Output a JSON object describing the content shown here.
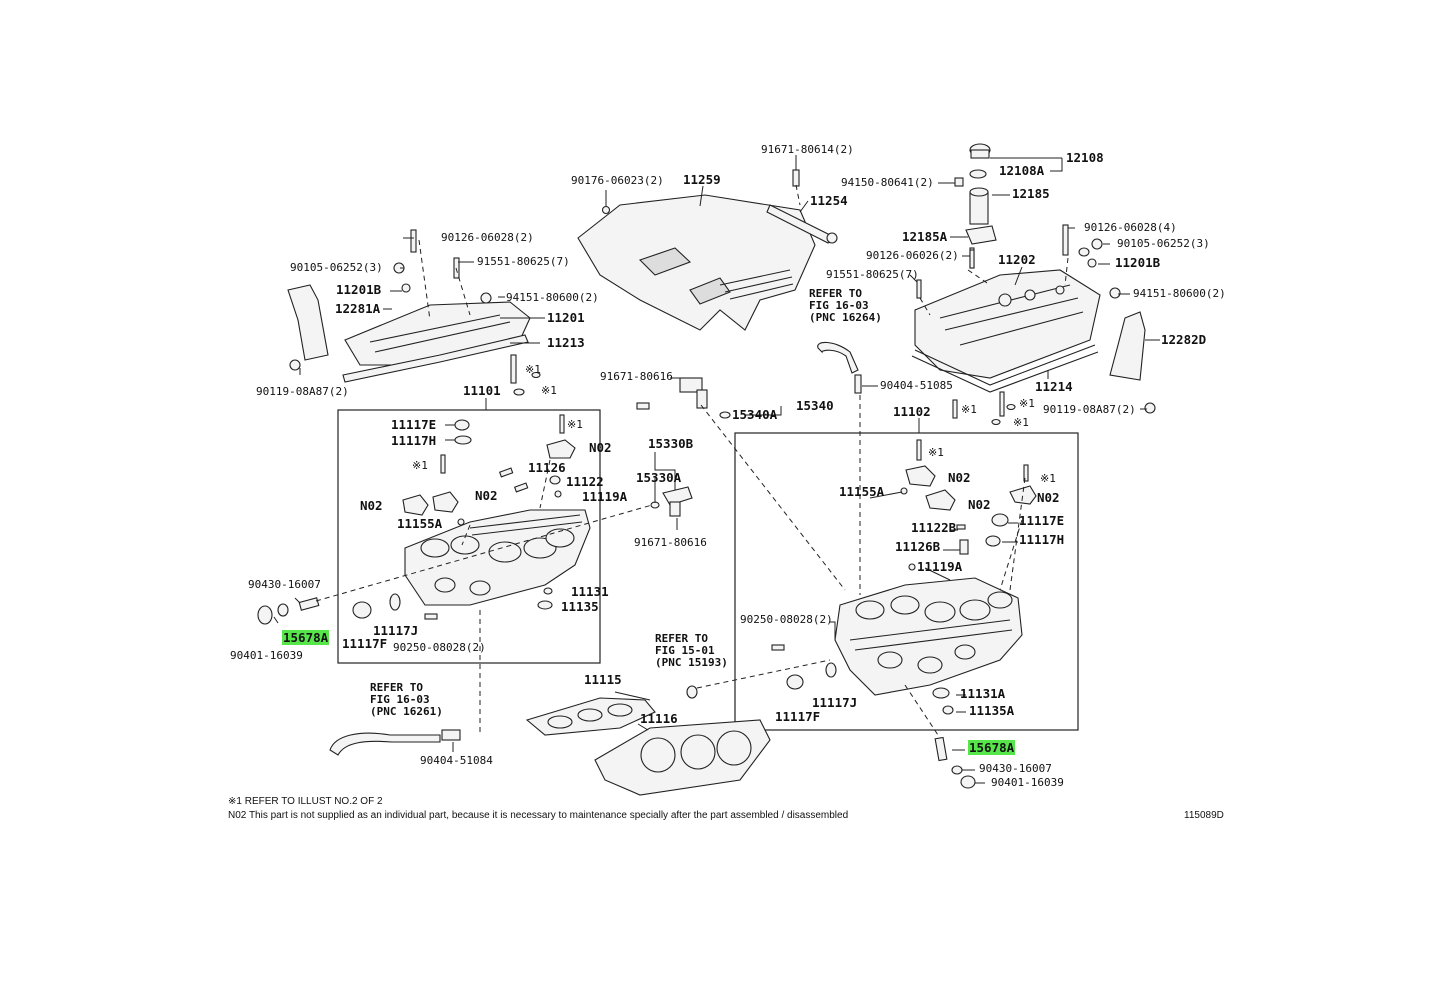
{
  "diagram_id": "115089D",
  "notes": {
    "line1": "※1 REFER TO ILLUST NO.2 OF 2",
    "line2": "N02 This part is not supplied as an individual part, because it is necessary to maintenance specially after the part assembled / disassembled"
  },
  "highlight_color": "#57e64a",
  "labels": {
    "l91671_80614": "91671-80614(2)",
    "l90176": "90176-06023(2)",
    "l11259": "11259",
    "l11254": "11254",
    "l12108": "12108",
    "l12108A": "12108A",
    "l94150": "94150-80641(2)",
    "l12185": "12185",
    "l12185A": "12185A",
    "l90126_r1": "90126-06026(2)",
    "l90126_r2": "90126-06028(4)",
    "l90105_r": "90105-06252(3)",
    "l11201B_r": "11201B",
    "l11202": "11202",
    "l91551_r": "91551-80625(7)",
    "l94151_r": "94151-80600(2)",
    "l12282D": "12282D",
    "l11214": "11214",
    "l90119_r": "90119-08A87(2)",
    "l90404_r": "90404-51085",
    "l_refer_16_03_top": "REFER TO",
    "l_refer_16_03_top2": "FIG 16-03",
    "l_refer_16_03_top3": "(PNC 16264)",
    "l90126_l": "90126-06028(2)",
    "l90105_l": "90105-06252(3)",
    "l91551_l": "91551-80625(7)",
    "l11201B_l": "11201B",
    "l12281A": "12281A",
    "l94151_l": "94151-80600(2)",
    "l11201": "11201",
    "l11213": "11213",
    "l90119_l": "90119-08A87(2)",
    "l_x1_a": "※1",
    "l_x1_b": "※1",
    "l91671_80616": "91671-80616",
    "l15340": "15340",
    "l15340A": "15340A",
    "l11101": "11101",
    "l11117E_l": "11117E",
    "l11117H_l": "11117H",
    "l_x1_c": "※1",
    "l_N02_a": "N02",
    "l_x1_d": "※1",
    "l11126_l": "11126",
    "l11122_l": "11122",
    "l11119A_l": "11119A",
    "l_N02_b": "N02",
    "l_N02_c": "N02",
    "l11155A_l": "11155A",
    "l15330B": "15330B",
    "l15330A": "15330A",
    "l91671_80616b": "91671-80616",
    "l90430_l": "90430-16007",
    "l15678A_l": "15678A",
    "l90401_l": "90401-16039",
    "l11117F_l": "11117F",
    "l11117J_l": "11117J",
    "l90250_l": "90250-08028(2)",
    "l11131_l": "11131",
    "l11135_l": "11135",
    "l11102": "11102",
    "l_x1_e": "※1",
    "l_x1_f": "※1",
    "l_x1_g": "※1",
    "l_x1_h": "※1",
    "l_x1_i": "※1",
    "l11155A_r": "11155A",
    "l_N02_d": "N02",
    "l_N02_e": "N02",
    "l_N02_f": "N02",
    "l11117E_r": "11117E",
    "l11122B": "11122B",
    "l11126B": "11126B",
    "l11117H_r": "11117H",
    "l11119A_r": "11119A",
    "l90250_r": "90250-08028(2)",
    "l_refer_15_01": "REFER TO",
    "l_refer_15_01b": "FIG 15-01",
    "l_refer_15_01c": "(PNC 15193)",
    "l11115": "11115",
    "l11116": "11116",
    "l11117J_r": "11117J",
    "l11117F_r": "11117F",
    "l11131A": "11131A",
    "l11135A": "11135A",
    "l15678A_r": "15678A",
    "l90430_r": "90430-16007",
    "l90401_r": "90401-16039",
    "l_refer_16_03_bot": "REFER TO",
    "l_refer_16_03_bot2": "FIG 16-03",
    "l_refer_16_03_bot3": "(PNC 16261)",
    "l90404_l": "90404-51084"
  }
}
